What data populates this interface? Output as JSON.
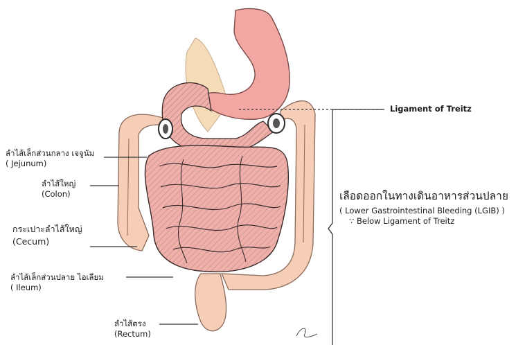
{
  "labels": {
    "ligament": "Ligament of Treitz",
    "jejunum_th": "ลำไส้เล็กส่วนกลาง เจจูนัม",
    "jejunum_en": "( Jejunum)",
    "colon_th": "ลำไส้ใหญ่",
    "colon_en": "(Colon)",
    "cecum_th": "กระเปาะลำไส้ใหญ่",
    "cecum_en": "(Cecum)",
    "ileum_th": "ลำไส้เล็กส่วนปลาย ไอเลียม",
    "ileum_en": "( Ileum)",
    "rectum_th": "ลำไส้ตรง",
    "rectum_en": "(Rectum)"
  },
  "annotation": {
    "title_th": "เลือดออกในทางเดินอาหารส่วนปลาย",
    "line1": "( Lower Gastrointestinal Bleeding (LGIB) )",
    "line2": "∵ Below Ligament of Treitz"
  },
  "colors": {
    "stomach": "#f2a7a3",
    "intestine": "#f0b0aa",
    "intestine_dark": "#d98a86",
    "colon": "#f6cdb7",
    "pancreas": "#f5dcb8",
    "ink": "#2a2a2a"
  }
}
